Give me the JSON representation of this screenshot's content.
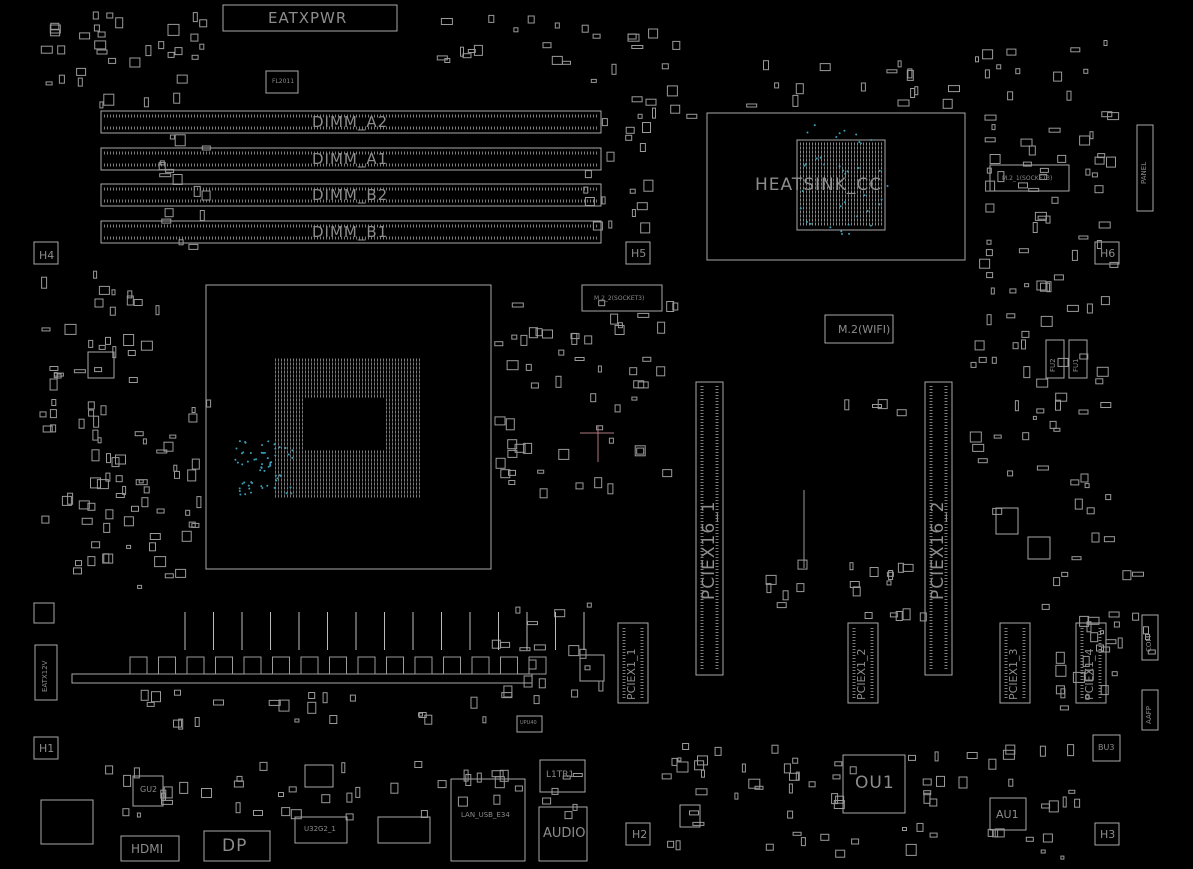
{
  "board": {
    "labels": {
      "eatxpwr": "EATXPWR",
      "dimm_a2": "DIMM_A2",
      "dimm_a1": "DIMM_A1",
      "dimm_b2": "DIMM_B2",
      "dimm_b1": "DIMM_B1",
      "heatsink": "HEATSINK_CC",
      "m2_1": "M.2_1(SOCKET3)",
      "m2_2": "M.2_2(SOCKET3)",
      "m2_wifi": "M.2(WIFI)",
      "pciex16_1": "PCIEX16_1",
      "pciex16_2": "PCIEX16_2",
      "pciex1_1": "PCIEX1_1",
      "pciex1_2": "PCIEX1_2",
      "pciex1_3": "PCIEX1_3",
      "pciex1_4": "PCIEX1_4",
      "eatx12v": "EATX12V",
      "h1": "H1",
      "h2": "H2",
      "h3": "H3",
      "h4": "H4",
      "h5": "H5",
      "h6": "H6",
      "hdmi": "HDMI",
      "dp": "DP",
      "u32g2_1": "U32G2_1",
      "lan_usb": "LAN_USB_E34",
      "audio": "AUDIO",
      "l1tr1": "L1TR1",
      "ou1": "OU1",
      "au1": "AU1",
      "bu3": "BU3",
      "fl2011": "FL2011",
      "fu1": "FU1",
      "fu2": "FU2",
      "panel": "PANEL",
      "com": "COM",
      "aafp": "AAFP",
      "upu40": "UPU40",
      "gu2": "GU2"
    }
  }
}
